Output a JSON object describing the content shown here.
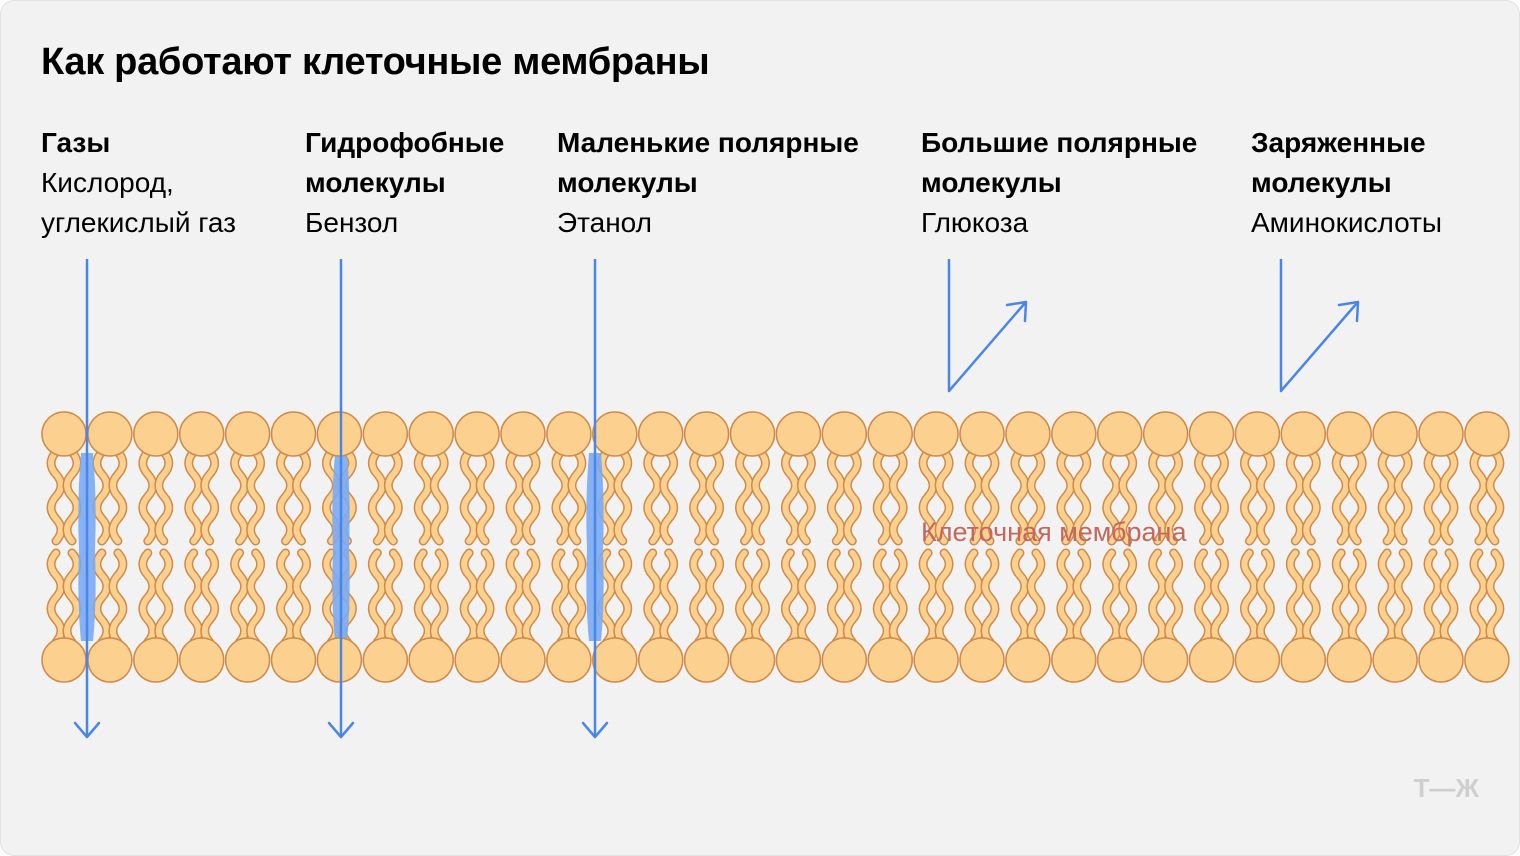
{
  "title": "Как работают клеточные мембраны",
  "categories": [
    {
      "name": "Газы",
      "example": "Кислород, углекислый газ",
      "passes": true
    },
    {
      "name": "Гидрофобные молекулы",
      "example": "Бензол",
      "passes": true
    },
    {
      "name": "Маленькие полярные молекулы",
      "example": "Этанол",
      "passes": true
    },
    {
      "name": "Большие полярные молекулы",
      "example": "Глюкоза",
      "passes": false
    },
    {
      "name": "Заряженные молекулы",
      "example": "Аминокислоты",
      "passes": false
    }
  ],
  "membrane_label": "Клеточная мембрана",
  "logo": "Т—Ж",
  "colors": {
    "background": "#f2f2f2",
    "head_fill": "#fcd08f",
    "head_stroke": "#d08a4a",
    "arrow": "#4a86e8",
    "channel": "#7aaaf2",
    "membrane_label": "#c5675a"
  }
}
